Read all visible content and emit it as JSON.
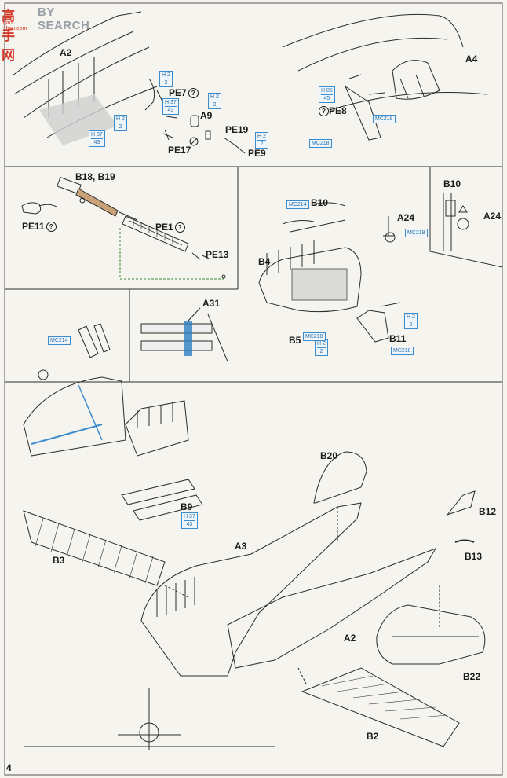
{
  "watermark": {
    "logo": "高手网",
    "brand": "BY SEARCH",
    "url": "gao-shou.com"
  },
  "page_number": "4",
  "labels": {
    "a2_top": "A2",
    "pe7": "PE7",
    "a9": "A9",
    "pe17": "PE17",
    "pe19": "PE19",
    "pe9": "PE9",
    "a4": "A4",
    "pe8": "PE8",
    "b18b19": "B18, B19",
    "pe11": "PE11",
    "pe1": "PE1",
    "pe13": "PE13",
    "b10": "B10",
    "a24": "A24",
    "b4": "B4",
    "b5": "B5",
    "b11": "B11",
    "b10_inset": "B10",
    "a24_inset": "A24",
    "a31": "A31",
    "b9": "B9",
    "b20": "B20",
    "b12": "B12",
    "b13": "B13",
    "b3": "B3",
    "a3": "A3",
    "a2_main": "A2",
    "b22": "B22",
    "b2": "B2"
  },
  "color_codes": {
    "h2a": {
      "top": "H 2",
      "bottom": "2"
    },
    "h2b": {
      "top": "H 2",
      "bottom": "2"
    },
    "h37a": {
      "top": "H 37",
      "bottom": "43"
    },
    "h2c": {
      "top": "H 2",
      "bottom": "2"
    },
    "h37b": {
      "top": "H 37",
      "bottom": "43"
    },
    "h2d": {
      "top": "H 2",
      "bottom": "2"
    },
    "h85": {
      "top": "H 85",
      "bottom": "45"
    },
    "h2e": {
      "top": "H 2",
      "bottom": "2"
    },
    "h2f": {
      "top": "H 2",
      "bottom": "2"
    },
    "h37c": {
      "top": "H 37",
      "bottom": "43"
    }
  },
  "mc_codes": {
    "mc218a": "MC218",
    "mc218b": "MC218",
    "mc214a": "MC214",
    "mc218c": "MC218",
    "mc218d": "MC218",
    "mc218e": "MC218",
    "mc214b": "MC214"
  },
  "fold_icon_symbol": "?",
  "colors": {
    "line": "#2b2b2b",
    "accent": "#3a8ccf",
    "copper": "#c9a27a",
    "highlight": "#2d7fc0"
  }
}
